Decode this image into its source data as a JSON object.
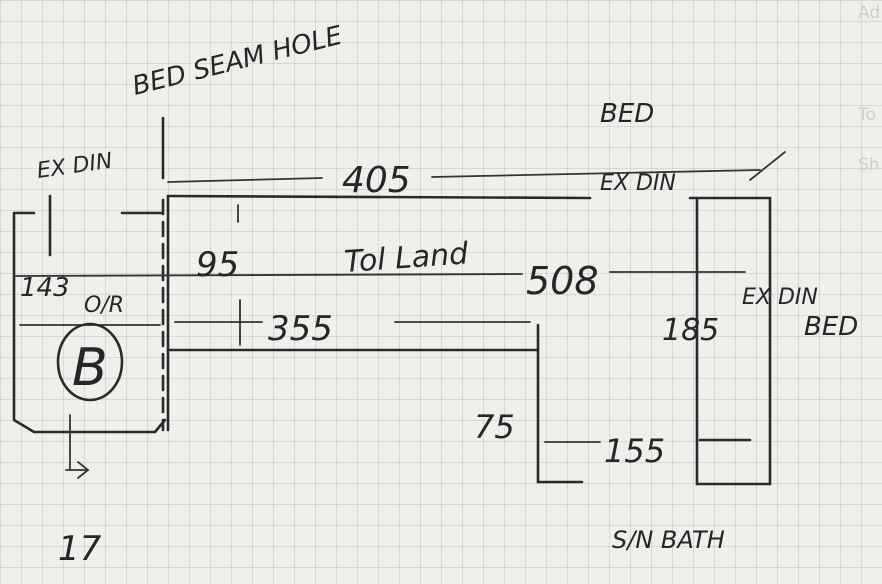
{
  "labels": {
    "bed_seam_hole_left": "BED SEAM HOLE",
    "ex_din_left": "EX DIN",
    "bed_right_top": "BED",
    "ex_din_right_top": "EX DIN",
    "ex_din_right_mid": "EX DIN",
    "bed_right_mid": "BED",
    "o_r": "O/R",
    "tool_land": "Tol Land",
    "s_n_bath": "S/N BATH",
    "circle_letter": "B",
    "sheet_number": "17"
  },
  "dimensions": {
    "top_width": "405",
    "left_height": "143",
    "step_upper": "95",
    "mid_run": "355",
    "overall": "508",
    "right_height": "185",
    "lower_step": "75",
    "bottom_run": "155"
  },
  "ghost_text": {
    "ad": "Ad",
    "to": "To",
    "sh": "Sh"
  }
}
